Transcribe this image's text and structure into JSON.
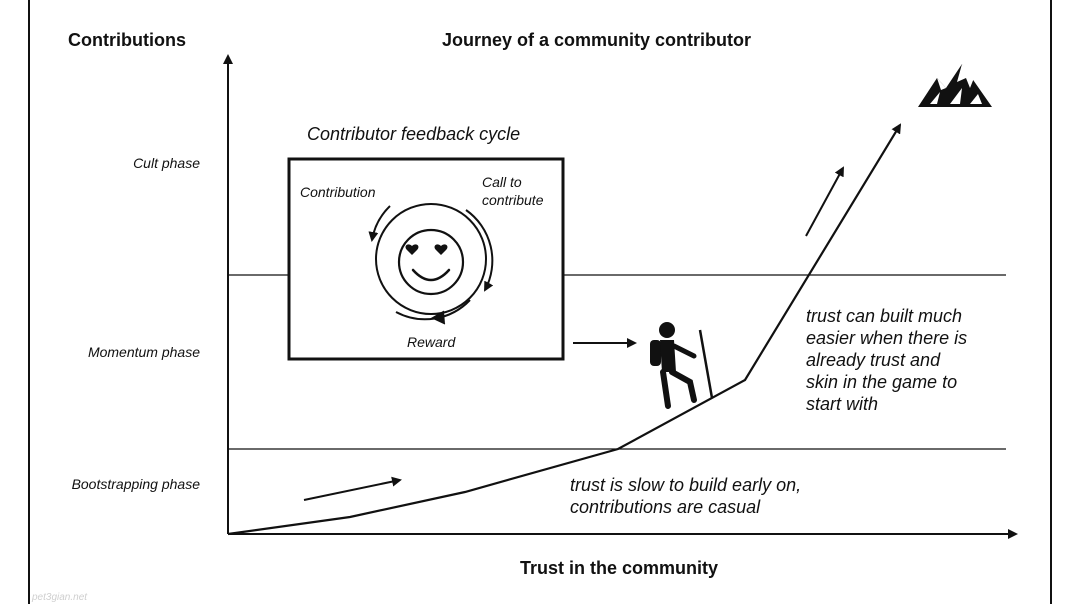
{
  "title": "Journey of a community contributor",
  "y_axis_label": "Contributions",
  "x_axis_label": "Trust in the community",
  "phases": [
    "Cult phase",
    "Momentum phase",
    "Bootstrapping phase"
  ],
  "feedback_cycle": {
    "title": "Contributor feedback cycle",
    "contribution": "Contribution",
    "call_to_contribute": "Call to\ncontribute",
    "reward": "Reward"
  },
  "annotations": {
    "slow_trust": "trust is slow to build early on,\ncontributions are casual",
    "fast_trust": "trust can built much\neasier when there is\nalready trust and\nskin in the game to\nstart with"
  },
  "watermark": "pet3gian.net"
}
